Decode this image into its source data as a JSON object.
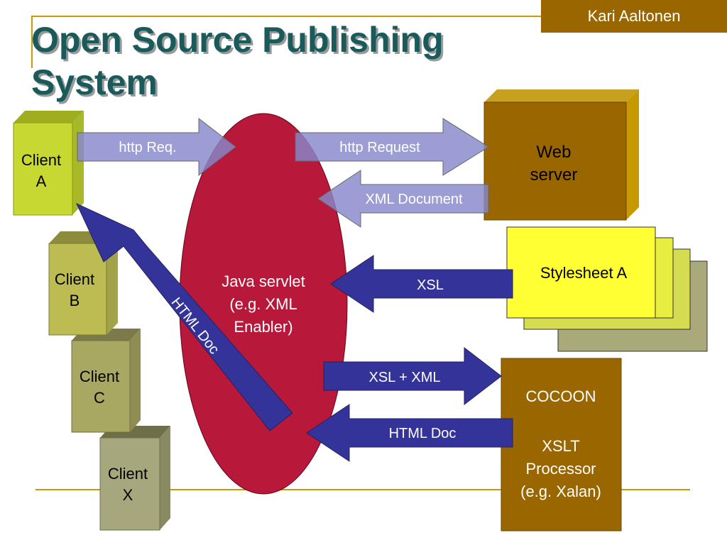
{
  "header": {
    "author": "Kari Aaltonen",
    "title_line1": "Open Source Publishing",
    "title_line2": "System"
  },
  "clients": [
    {
      "line1": "Client",
      "line2": "A"
    },
    {
      "line1": "Client",
      "line2": "B"
    },
    {
      "line1": "Client",
      "line2": "C"
    },
    {
      "line1": "Client",
      "line2": "X"
    }
  ],
  "servlet": {
    "line1": "Java servlet",
    "line2": "(e.g. XML",
    "line3": "Enabler)"
  },
  "web_server": {
    "line1": "Web",
    "line2": "server"
  },
  "stylesheet": {
    "label": "Stylesheet A"
  },
  "cocoon": {
    "line1": "COCOON",
    "line2": "XSLT",
    "line3": "Processor",
    "line4": "(e.g. Xalan)"
  },
  "arrows": {
    "http_req": "http Req.",
    "http_request": "http Request",
    "xml_document": "XML Document",
    "xsl": "XSL",
    "xsl_xml": "XSL + XML",
    "html_doc_from_cocoon": "HTML Doc",
    "html_doc_to_client": "HTML Doc"
  },
  "colors": {
    "title": "#1a5a5a",
    "accent_line": "#cc9900",
    "servlet": "#b8183a",
    "web_server": "#996600",
    "light_arrow": "#9999cc",
    "dark_arrow": "#333399",
    "stylesheet": "#ffff33"
  }
}
